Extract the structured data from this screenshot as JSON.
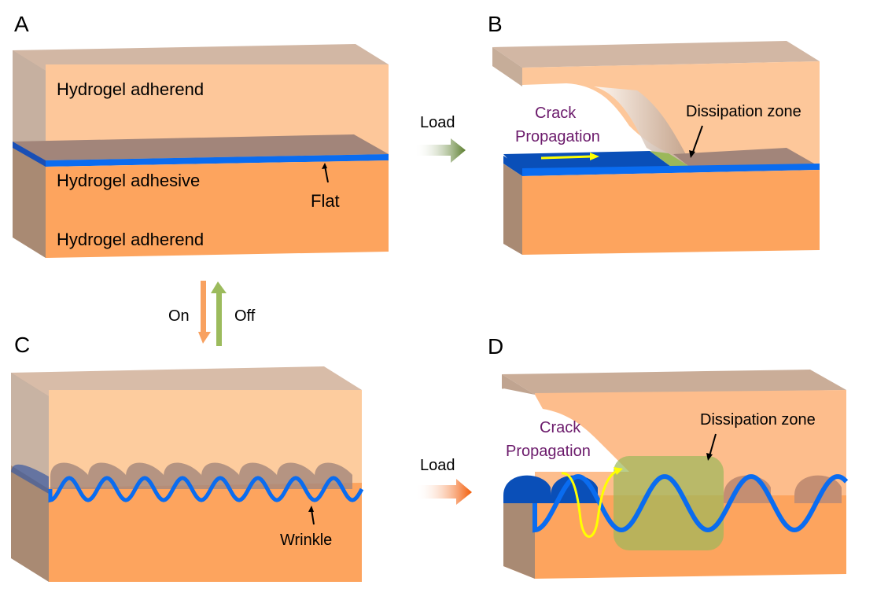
{
  "figure": {
    "panels": {
      "A": {
        "label": "A",
        "top_layer": "Hydrogel adherend",
        "middle_layer": "Hydrogel adhesive",
        "bottom_layer": "Hydrogel adherend",
        "interface_annotation": "Flat"
      },
      "B": {
        "label": "B",
        "crack_label_line1": "Crack",
        "crack_label_line2": "Propagation",
        "zone_annotation": "Dissipation zone"
      },
      "C": {
        "label": "C",
        "interface_annotation": "Wrinkle"
      },
      "D": {
        "label": "D",
        "crack_label_line1": "Crack",
        "crack_label_line2": "Propagation",
        "zone_annotation": "Dissipation zone"
      }
    },
    "arrows": {
      "load_top": "Load",
      "load_bottom": "Load",
      "switch_on": "On",
      "switch_off": "Off"
    },
    "colors": {
      "adherend_top": "#fdc79a",
      "adherend_bottom": "#fda45e",
      "side_face": "#a98a73",
      "top_face": "#d2b7a4",
      "adhesive_blue": "#0a6cf0",
      "adhesive_dark": "#0a4fb8",
      "dissipation_green": "#9bb85a",
      "crack_text": "#6b1a6b",
      "crack_arrow": "#ffff00",
      "load_arrow_green": "#5a7d2c",
      "load_arrow_orange": "#f25a05",
      "on_arrow": "#f8a160",
      "off_arrow": "#9cbb5d"
    }
  }
}
